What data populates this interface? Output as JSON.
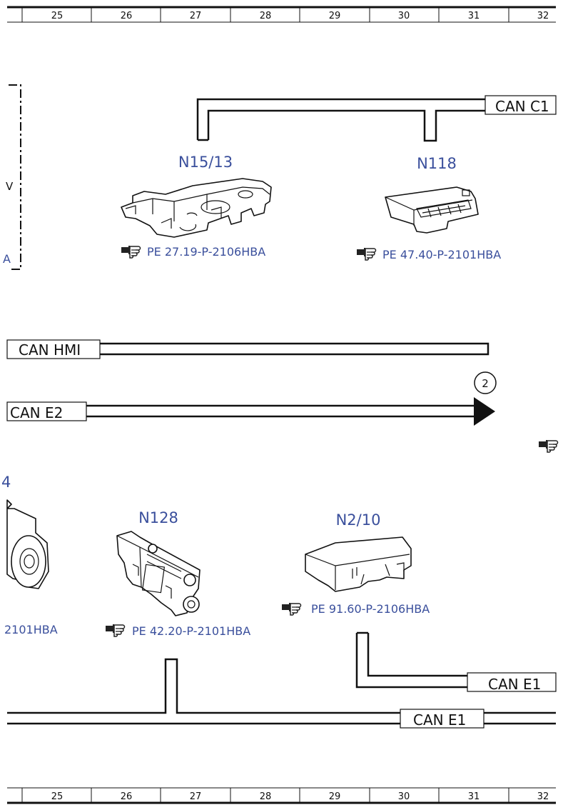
{
  "ruler": {
    "columns": [
      "25",
      "26",
      "27",
      "28",
      "29",
      "30",
      "31",
      "32"
    ]
  },
  "components": {
    "n15_13": {
      "label": "N15/13",
      "ref": "PE 27.19-P-2106HBA"
    },
    "n118": {
      "label": "N118",
      "ref": "PE 47.40-P-2101HBA"
    },
    "n128": {
      "label": "N128",
      "ref": "PE 42.20-P-2101HBA"
    },
    "n2_10": {
      "label": "N2/10",
      "ref": "PE 91.60-P-2106HBA"
    },
    "partial_left": {
      "label": "4",
      "ref": "2101HBA"
    }
  },
  "buses": {
    "can_c1": "CAN C1",
    "can_hmi": "CAN HMI",
    "can_e2": "CAN E2",
    "can_e1_upper": "CAN E1",
    "can_e1_lower": "CAN E1"
  },
  "connector": {
    "number": "2"
  },
  "left_edge": {
    "fragment_v": "V",
    "fragment_a": "A"
  },
  "icons": {
    "reference": "pointing-hand-icon"
  },
  "colors": {
    "label_blue": "#3a4f9c",
    "line": "#111111"
  }
}
